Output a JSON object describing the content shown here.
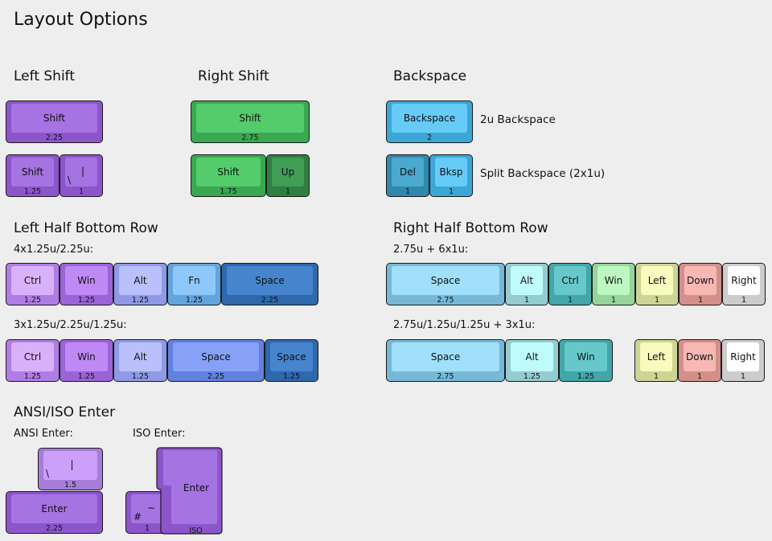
{
  "title": "Layout Options",
  "sections": {
    "left_shift": {
      "heading": "Left Shift",
      "options": [
        {
          "keys": [
            {
              "label": "Shift",
              "size": "2.25",
              "color": "#a673e3",
              "edge": "#8c55cc"
            }
          ]
        },
        {
          "keys": [
            {
              "label": "Shift",
              "size": "1.25",
              "color": "#a673e3",
              "edge": "#8c55cc"
            },
            {
              "top": "|",
              "bottom": "\\",
              "size": "1",
              "color": "#a673e3",
              "edge": "#8c55cc"
            }
          ]
        }
      ]
    },
    "right_shift": {
      "heading": "Right Shift",
      "options": [
        {
          "keys": [
            {
              "label": "Shift",
              "size": "2.75",
              "color": "#54cc6c",
              "edge": "#39a851"
            }
          ]
        },
        {
          "keys": [
            {
              "label": "Shift",
              "size": "1.75",
              "color": "#54cc6c",
              "edge": "#39a851"
            },
            {
              "label": "Up",
              "size": "1",
              "color": "#3f9d55",
              "edge": "#2f7f42"
            }
          ]
        }
      ]
    },
    "backspace": {
      "heading": "Backspace",
      "options": [
        {
          "description": "2u Backspace",
          "keys": [
            {
              "label": "Backspace",
              "size": "2",
              "color": "#66cbf7",
              "edge": "#3aa7d6"
            }
          ]
        },
        {
          "description": "Split Backspace (2x1u)",
          "keys": [
            {
              "label": "Del",
              "size": "1",
              "color": "#4aa9cf",
              "edge": "#3188ad"
            },
            {
              "label": "Bksp",
              "size": "1",
              "color": "#66cbf7",
              "edge": "#3aa7d6"
            }
          ]
        }
      ]
    },
    "left_bottom": {
      "heading": "Left Half Bottom Row",
      "options": [
        {
          "caption": "4x1.25u/2.25u:",
          "keys": [
            {
              "label": "Ctrl",
              "size": "1.25",
              "color": "#d9b1fb",
              "edge": "#b07de6"
            },
            {
              "label": "Win",
              "size": "1.25",
              "color": "#c08af6",
              "edge": "#9a63d6"
            },
            {
              "label": "Alt",
              "size": "1.25",
              "color": "#b9c0fb",
              "edge": "#8f99e6"
            },
            {
              "label": "Fn",
              "size": "1.25",
              "color": "#8ec7f9",
              "edge": "#63a4dc"
            },
            {
              "label": "Space",
              "size": "2.25",
              "color": "#4685ce",
              "edge": "#2f68ad"
            }
          ]
        },
        {
          "caption": "3x1.25u/2.25u/1.25u:",
          "keys": [
            {
              "label": "Ctrl",
              "size": "1.25",
              "color": "#d9b1fb",
              "edge": "#b07de6"
            },
            {
              "label": "Win",
              "size": "1.25",
              "color": "#c08af6",
              "edge": "#9a63d6"
            },
            {
              "label": "Alt",
              "size": "1.25",
              "color": "#b9c0fb",
              "edge": "#8f99e6"
            },
            {
              "label": "Space",
              "size": "2.25",
              "color": "#86a1f7",
              "edge": "#6280de"
            },
            {
              "label": "Space",
              "size": "1.25",
              "color": "#4685ce",
              "edge": "#2f68ad"
            }
          ]
        }
      ]
    },
    "right_bottom": {
      "heading": "Right Half Bottom Row",
      "options": [
        {
          "caption": "2.75u + 6x1u:",
          "keys": [
            {
              "label": "Space",
              "size": "2.75",
              "color": "#a0e0fb",
              "edge": "#76b8d6"
            },
            {
              "label": "Alt",
              "size": "1",
              "color": "#c0fbfb",
              "edge": "#95ccd0"
            },
            {
              "label": "Ctrl",
              "size": "1",
              "color": "#67c8ca",
              "edge": "#43a6a8"
            },
            {
              "label": "Win",
              "size": "1",
              "color": "#bdf8c0",
              "edge": "#95d59a"
            },
            {
              "label": "Left",
              "size": "1",
              "color": "#f7fbbd",
              "edge": "#cdd595"
            },
            {
              "label": "Down",
              "size": "1",
              "color": "#f7b8b4",
              "edge": "#d48f8b"
            },
            {
              "label": "Right",
              "size": "1",
              "color": "#ffffff",
              "edge": "#cccccc"
            }
          ]
        },
        {
          "caption": "2.75u/1.25u/1.25u + 3x1u:",
          "keys": [
            {
              "label": "Space",
              "size": "2.75",
              "color": "#a0e0fb",
              "edge": "#76b8d6"
            },
            {
              "label": "Alt",
              "size": "1.25",
              "color": "#c0fbfb",
              "edge": "#95ccd0"
            },
            {
              "label": "Win",
              "size": "1.25",
              "color": "#67c8ca",
              "edge": "#43a6a8"
            },
            {
              "label": "Left",
              "size": "1",
              "color": "#f7fbbd",
              "edge": "#cdd595"
            },
            {
              "label": "Down",
              "size": "1",
              "color": "#f7b8b4",
              "edge": "#d48f8b"
            },
            {
              "label": "Right",
              "size": "1",
              "color": "#ffffff",
              "edge": "#cccccc"
            }
          ]
        }
      ]
    },
    "enter": {
      "heading": "ANSI/ISO Enter",
      "ansi": {
        "caption": "ANSI Enter:",
        "backslash": {
          "top": "|",
          "bottom": "\\",
          "size": "1.5",
          "color": "#cc9ffb",
          "edge": "#a57dd8"
        },
        "enter": {
          "label": "Enter",
          "size": "2.25",
          "color": "#a673e3",
          "edge": "#8c55cc"
        }
      },
      "iso": {
        "caption": "ISO Enter:",
        "hash": {
          "top": "~",
          "bottom": "#",
          "size": "1",
          "color": "#a673e3",
          "edge": "#8c55cc"
        },
        "enter": {
          "label": "Enter",
          "size": "ISO",
          "color": "#a673e3",
          "edge": "#8c55cc"
        }
      }
    }
  }
}
